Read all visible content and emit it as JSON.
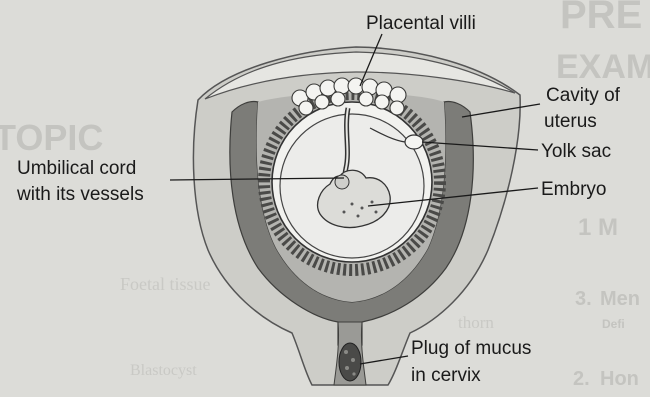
{
  "labels": {
    "placental_villi": "Placental villi",
    "cavity_of_uterus_1": "Cavity of",
    "cavity_of_uterus_2": "uterus",
    "yolk_sac": "Yolk sac",
    "umbilical_cord_1": "Umbilical cord",
    "umbilical_cord_2": "with its vessels",
    "embryo": "Embryo",
    "plug_of_mucus_1": "Plug of mucus",
    "plug_of_mucus_2": "in cervix"
  },
  "background_text": {
    "top_right_1": "PRE",
    "top_right_2": "EXAM",
    "left_1": "TOPIC",
    "right_mark": "1 M",
    "q3": "3.",
    "q3_word": "Men",
    "q3_sub": "Defi",
    "q2": "2.",
    "q2_word": "Hon",
    "faint_1": "Foetal tissue",
    "faint_2": "thorn",
    "faint_3": "Blastocyst"
  },
  "colors": {
    "background": "#dcdcd8",
    "uterine_wall": "#7c7c78",
    "wall_light": "#c9c9c4",
    "cavity": "#e9e9e6",
    "villi": "#4a4a48",
    "ink": "#1a1a1a"
  }
}
